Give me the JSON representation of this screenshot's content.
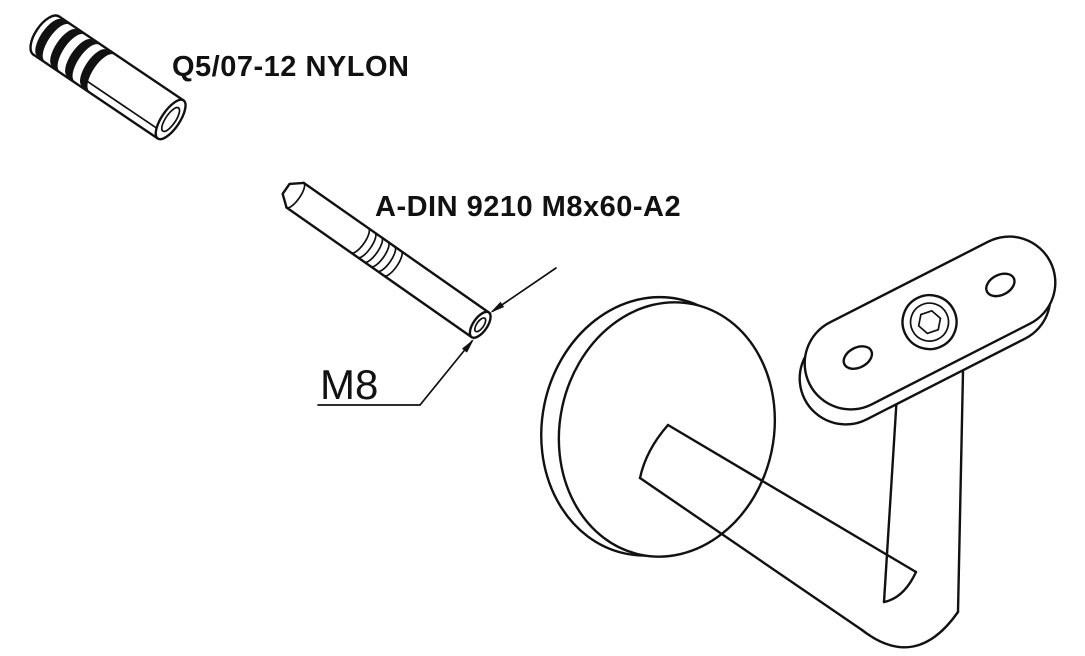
{
  "colors": {
    "background": "#ffffff",
    "line": "#111111",
    "text": "#111111"
  },
  "labels": {
    "plug_label": "Q5/07-12 NYLON",
    "stud_label": "A-DIN 9210 M8x60-A2",
    "thread_label": "M8"
  },
  "parts": [
    {
      "id": "nylon-wall-plug",
      "label": "Q5/07-12 NYLON"
    },
    {
      "id": "threaded-stud",
      "label": "A-DIN 9210 M8x60-A2",
      "thread": "M8"
    },
    {
      "id": "handrail-bracket"
    }
  ]
}
